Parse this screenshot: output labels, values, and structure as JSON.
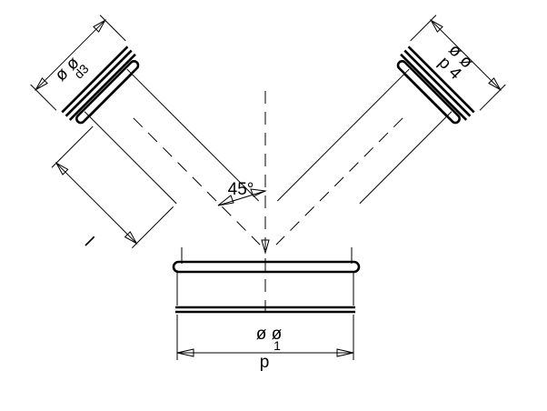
{
  "labels": {
    "d3_phi": "ø ø",
    "d3_sub": "d3",
    "d4_phi": "ø ø",
    "d4_sub": "p 4",
    "angle": "45°",
    "length": "l",
    "d1_phi": "ø ø",
    "d1_one": "1",
    "d1_p": "p"
  }
}
